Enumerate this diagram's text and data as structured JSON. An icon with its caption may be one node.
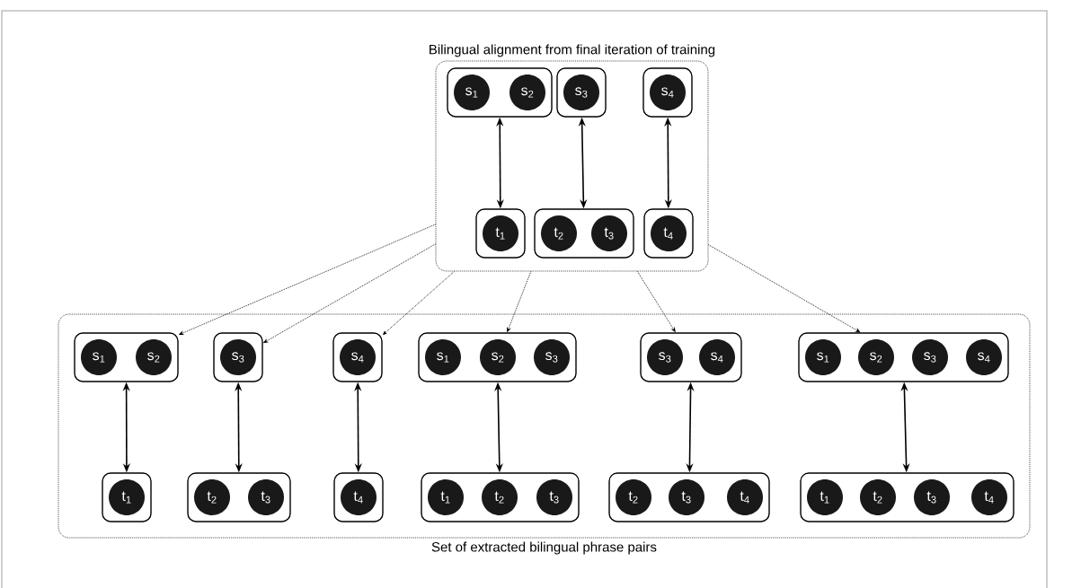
{
  "diagram": {
    "nodes": [
      {
        "text": [
          "Bilingual alignment from final iteration of training"
        ]
      },
      {
        "text": [],
        "shape": "box",
        "in": 0
      },
      {
        "text": [
          "s$_{1}$"
        ],
        "in": 1
      },
      {
        "text": [
          "s$_{2}$"
        ],
        "in": 1
      },
      {
        "text": [],
        "shape": "box",
        "in": 0
      },
      {
        "text": [
          "s$_{3}$"
        ],
        "in": 4
      },
      {
        "text": [],
        "shape": "box",
        "in": 0
      },
      {
        "text": [
          "s$_{4}$"
        ],
        "in": 6
      },
      {
        "text": [],
        "shape": "box",
        "in": 0
      },
      {
        "text": [
          "t$_{1}$"
        ],
        "in": 8
      },
      {
        "text": [],
        "shape": "box",
        "in": 0
      },
      {
        "text": [
          "t$_{2}$"
        ],
        "in": 10
      },
      {
        "text": [
          "t$_{3}$"
        ],
        "in": 10
      },
      {
        "text": [],
        "shape": "box",
        "in": 0
      },
      {
        "text": [
          "t$_{4}$"
        ],
        "in": 13
      },
      {
        "text": [
          "Set of extracted bilingual phrase pairs"
        ]
      },
      {
        "text": [],
        "shape": "box",
        "in": 15
      },
      {
        "text": [
          "s$_{1}$"
        ],
        "in": 16
      },
      {
        "text": [
          "s$_{2}$"
        ],
        "in": 16
      },
      {
        "text": [],
        "shape": "box",
        "in": 15
      },
      {
        "text": [
          "s$_{3}$"
        ],
        "in": 19
      },
      {
        "text": [],
        "shape": "box",
        "in": 15
      },
      {
        "text": [
          "s$_{4}$"
        ],
        "in": 21
      },
      {
        "text": [],
        "shape": "box",
        "in": 15
      },
      {
        "text": [
          "s$_{1}$"
        ],
        "in": 23
      },
      {
        "text": [
          "s$_{2}$"
        ],
        "in": 23
      },
      {
        "text": [
          "s$_{3}$"
        ],
        "in": 23
      },
      {
        "text": [],
        "shape": "box",
        "in": 15
      },
      {
        "text": [
          "s$_{3}$"
        ],
        "in": 27
      },
      {
        "text": [
          "s$_{4}$"
        ],
        "in": 27
      },
      {
        "text": [],
        "shape": "box",
        "in": 15
      },
      {
        "text": [
          "s$_{1}$"
        ],
        "in": 30
      },
      {
        "text": [
          "s$_{2}$"
        ],
        "in": 30
      },
      {
        "text": [
          "s$_{3}$"
        ],
        "in": 30
      },
      {
        "text": [
          "s$_{4}$"
        ],
        "in": 30
      },
      {
        "text": [],
        "shape": "box",
        "in": 15
      },
      {
        "text": [
          "t$_{1}$"
        ],
        "in": 35
      },
      {
        "text": [],
        "shape": "box",
        "in": 15
      },
      {
        "text": [
          "t$_{2}$"
        ],
        "in": 37
      },
      {
        "text": [
          "t$_{3}$"
        ],
        "in": 37
      },
      {
        "text": [],
        "shape": "box",
        "in": 15
      },
      {
        "text": [
          "t$_{4}$"
        ],
        "in": 40
      },
      {
        "text": [],
        "shape": "box",
        "in": 15
      },
      {
        "text": [
          "t$_{1}$"
        ],
        "in": 42
      },
      {
        "text": [
          "t$_{2}$"
        ],
        "in": 42
      },
      {
        "text": [
          "t$_{3}$"
        ],
        "in": 42
      },
      {
        "text": [],
        "shape": "box",
        "in": 15
      },
      {
        "text": [
          "t$_{2}$"
        ],
        "in": 46
      },
      {
        "text": [
          "t$_{3}$"
        ],
        "in": 46
      },
      {
        "text": [
          "t$_{4}$"
        ],
        "in": 46
      },
      {
        "text": [],
        "shape": "box",
        "in": 15
      },
      {
        "text": [
          "t$_{1}$"
        ],
        "in": 50
      },
      {
        "text": [
          "t$_{2}$"
        ],
        "in": 50
      },
      {
        "text": [
          "t$_{3}$"
        ],
        "in": 50
      },
      {
        "text": [
          "t$_{4}$"
        ],
        "in": 50
      }
    ],
    "edges": [
      {
        "from": 1,
        "to": 8,
        "arrow": "both"
      },
      {
        "from": 4,
        "to": 10,
        "arrow": "both"
      },
      {
        "from": 6,
        "to": 13,
        "arrow": "both"
      },
      {
        "from": 0,
        "to": 16,
        "arrow": "to",
        "style": "dashed"
      },
      {
        "from": 0,
        "to": 19,
        "arrow": "to",
        "style": "dashed"
      },
      {
        "from": 0,
        "to": 21,
        "arrow": "to",
        "style": "dashed"
      },
      {
        "from": 0,
        "to": 23,
        "arrow": "to",
        "style": "dashed"
      },
      {
        "from": 0,
        "to": 27,
        "arrow": "to",
        "style": "dashed"
      },
      {
        "from": 0,
        "to": 30,
        "arrow": "to",
        "style": "dashed"
      },
      {
        "from": 16,
        "to": 35,
        "arrow": "both"
      },
      {
        "from": 19,
        "to": 37,
        "arrow": "both"
      },
      {
        "from": 21,
        "to": 40,
        "arrow": "both"
      },
      {
        "from": 23,
        "to": 42,
        "arrow": "both"
      },
      {
        "from": 27,
        "to": 46,
        "arrow": "both"
      },
      {
        "from": 30,
        "to": 50,
        "arrow": "both"
      }
    ]
  }
}
